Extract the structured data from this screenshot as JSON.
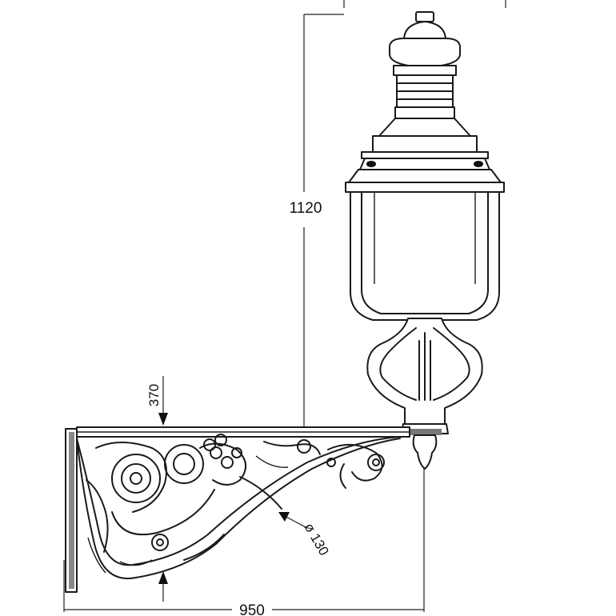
{
  "dimensions": {
    "height": "1120",
    "arm_height": "370",
    "projection": "950",
    "diameter": "ø 130"
  }
}
